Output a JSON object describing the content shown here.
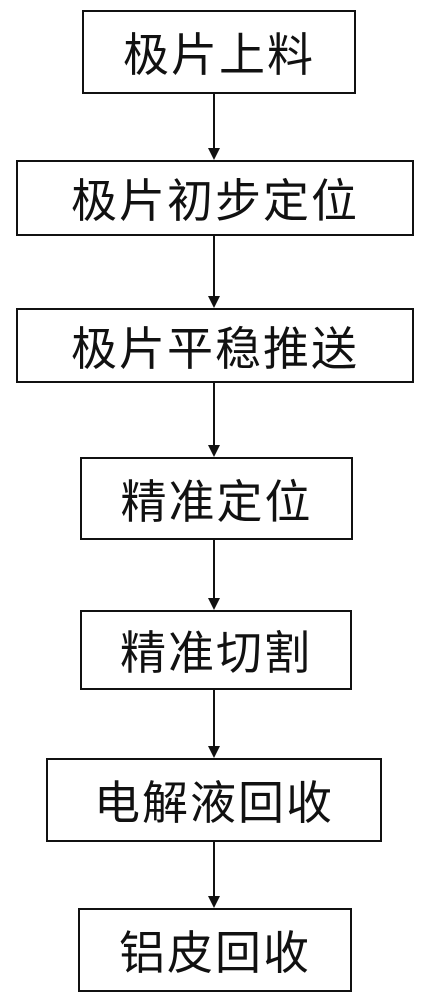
{
  "flowchart": {
    "steps": [
      "极片上料",
      "极片初步定位",
      "极片平稳推送",
      "精准定位",
      "精准切割",
      "电解液回收",
      "铝皮回收"
    ]
  }
}
